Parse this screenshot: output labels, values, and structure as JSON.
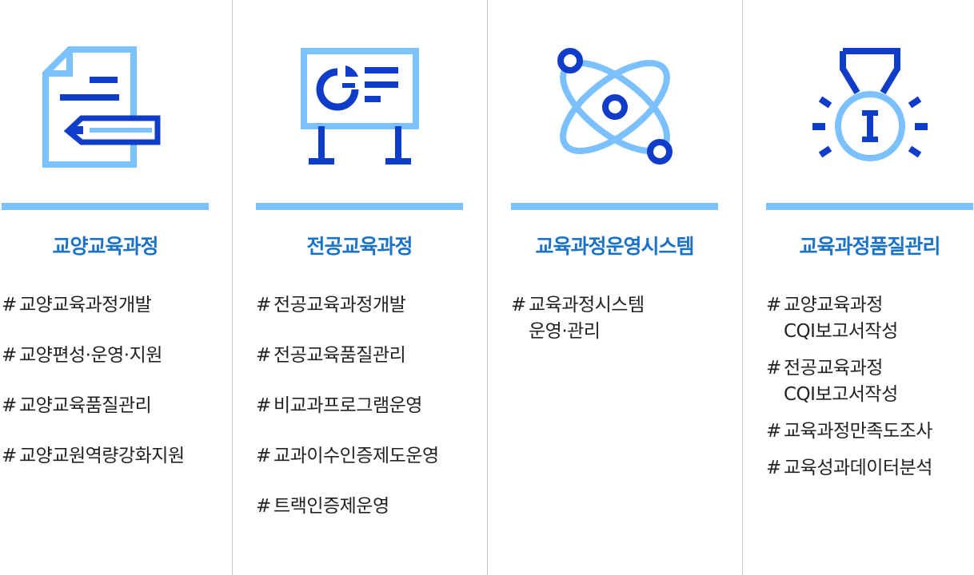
{
  "colors": {
    "accent": "#1a73c8",
    "light_blue": "#7cc1ff",
    "dark_blue": "#0f3cc8",
    "text": "#222222",
    "divider": "#c8c8c8"
  },
  "hash": "#",
  "columns": [
    {
      "icon": "document-pen-icon",
      "title": "교양교육과정",
      "items": [
        "교양교육과정개발",
        "교양편성·운영·지원",
        "교양교육품질관리",
        "교양교원역량강화지원"
      ]
    },
    {
      "icon": "presentation-board-icon",
      "title": "전공교육과정",
      "items": [
        "전공교육과정개발",
        "전공교육품질관리",
        "비교과프로그램운영",
        "교과이수인증제도운영",
        "트랙인증제운영"
      ]
    },
    {
      "icon": "atom-icon",
      "title": "교육과정운영시스템",
      "items": [
        "교육과정시스템\n운영·관리"
      ]
    },
    {
      "icon": "medal-icon",
      "title": "교육과정품질관리",
      "items": [
        "교양교육과정\nCQI보고서작성",
        "전공교육과정\nCQI보고서작성",
        "교육과정만족도조사",
        "교육성과데이터분석"
      ]
    }
  ]
}
